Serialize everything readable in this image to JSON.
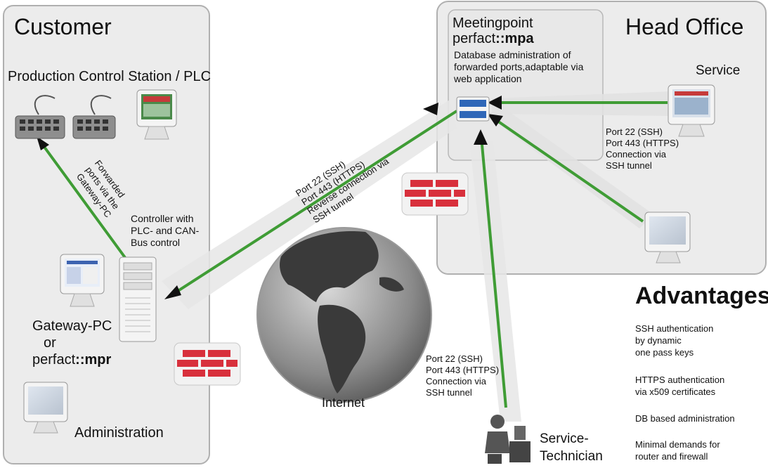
{
  "customer": {
    "title": "Customer",
    "production_label": "Production Control Station / PLC",
    "forwarded_label": [
      "Forwarded",
      "ports via the",
      "Gateway-PC"
    ],
    "controller_label": [
      "Controller with",
      "PLC- and CAN-",
      "Bus control"
    ],
    "gateway_label_1": "Gateway-PC",
    "gateway_label_2": "or",
    "gateway_label_3a": "perfact",
    "gateway_label_3b": "::mpr",
    "administration_label": "Administration"
  },
  "head_office": {
    "title": "Head Office",
    "meetingpoint_title": "Meetingpoint",
    "mpa_a": "perfact",
    "mpa_b": "::mpa",
    "mpa_desc": [
      "Database administration of",
      "forwarded ports,adaptable via",
      "web application"
    ],
    "service_label": "Service",
    "service_conn": [
      "Port 22 (SSH)",
      "Port 443 (HTTPS)",
      "Connection via",
      "SSH tunnel"
    ]
  },
  "tunnel_label": [
    "Port 22 (SSH)",
    "Port 443 (HTTPS)",
    "Reverse connection via",
    "SSH tunnel"
  ],
  "internet_label": "Internet",
  "technician": {
    "label_1": "Service-",
    "label_2": "Technician",
    "conn": [
      "Port 22 (SSH)",
      "Port 443 (HTTPS)",
      "Connection via",
      "SSH tunnel"
    ]
  },
  "advantages": {
    "title": "Advantages",
    "items": [
      [
        "SSH authentication",
        "by dynamic",
        "one pass keys"
      ],
      [
        "HTTPS authentication",
        "via x509 certificates"
      ],
      [
        "DB based administration"
      ],
      [
        "Minimal demands for",
        "router and firewall"
      ]
    ]
  },
  "colors": {
    "panel": "#ececec",
    "panel_border": "#b0b0b0",
    "arrow_green": "#3f9c35",
    "firewall_red": "#d8303c",
    "switch_blue": "#2f67b8"
  }
}
